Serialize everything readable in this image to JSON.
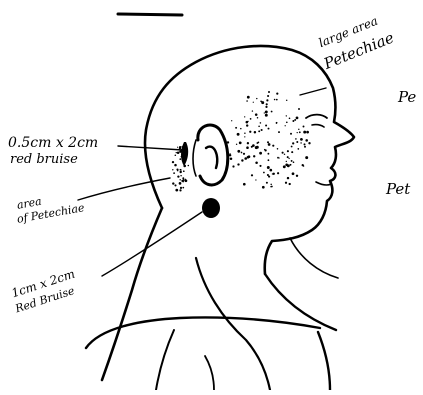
{
  "labels": {
    "large_area": [
      "large area",
      "Petechiae"
    ],
    "bruise_upper": [
      "0.5cm x 2cm",
      "red bruise"
    ],
    "area_petechiae": [
      "area",
      "of Petechiae"
    ],
    "bruise_lower": [
      "1cm x 2cm",
      "Red Bruise"
    ],
    "cut_right_top": "Pe",
    "cut_right_bottom": "Pet"
  }
}
